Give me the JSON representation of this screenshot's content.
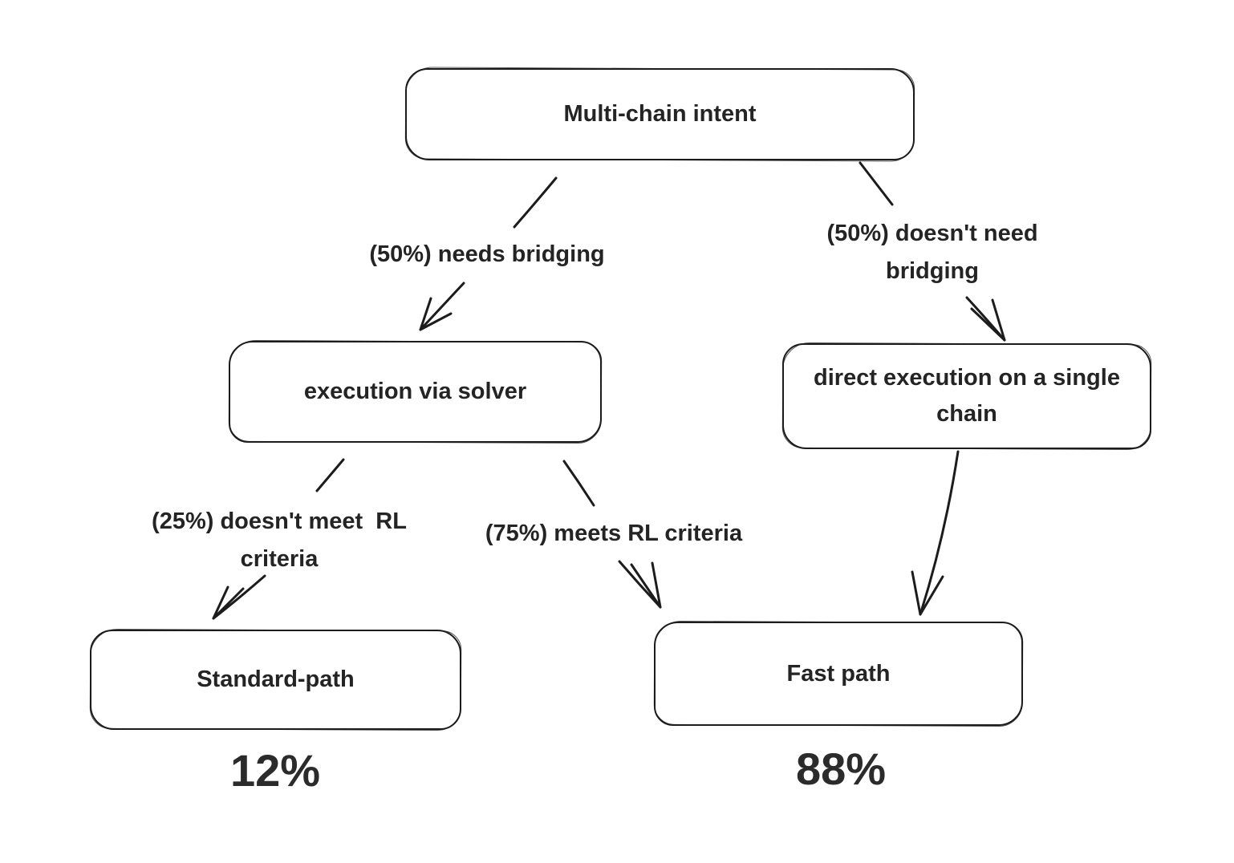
{
  "colors": {
    "ink": "#1c1c1c",
    "background": "#ffffff"
  },
  "diagram": {
    "nodes": {
      "root": {
        "label": "Multi-chain intent"
      },
      "solver": {
        "label": "execution via solver"
      },
      "direct": {
        "lines": [
          "direct execution on a single",
          "chain"
        ]
      },
      "standard": {
        "label": "Standard-path"
      },
      "fast": {
        "label": "Fast path"
      }
    },
    "edges": {
      "needs_bridging": {
        "label": "(50%) needs bridging"
      },
      "no_bridging": {
        "lines": [
          "(50%) doesn't need",
          "bridging"
        ]
      },
      "doesnt_meet_rl": {
        "lines": [
          "(25%) doesn't meet  RL",
          "criteria"
        ]
      },
      "meets_rl": {
        "label": "(75%) meets RL criteria"
      }
    },
    "results": {
      "standard_percent": "12%",
      "fast_percent": "88%"
    }
  }
}
